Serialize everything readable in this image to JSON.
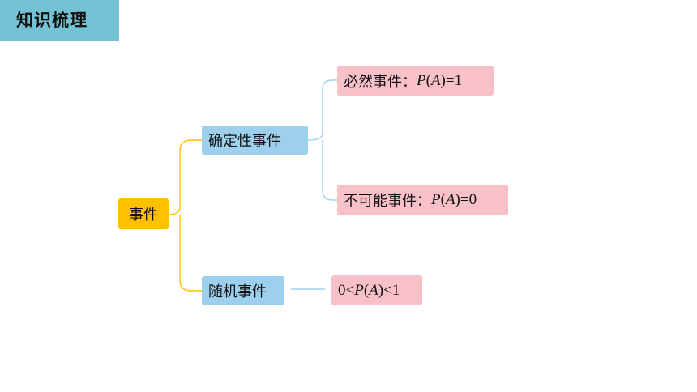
{
  "header": {
    "title": "知识梳理"
  },
  "diagram": {
    "root": {
      "label": "事件"
    },
    "determined": {
      "label": "确定性事件"
    },
    "random": {
      "label": "随机事件"
    },
    "certain": {
      "label": "必然事件：",
      "formula_var": "P",
      "formula_arg": "A",
      "formula_rhs": "=1"
    },
    "impossible": {
      "label": "不可能事件：",
      "formula_var": "P",
      "formula_arg": "A",
      "formula_rhs": "=0"
    },
    "random_range": {
      "lhs": "0<",
      "formula_var": "P",
      "formula_arg": "A",
      "formula_rhs": "<1"
    }
  },
  "colors": {
    "header_bg": "#74c3d5",
    "root_bg": "#ffc000",
    "level1_bg": "#9dd0ec",
    "leaf_bg": "#f8c1c9",
    "root_connector": "#ffc000",
    "level1_connector": "#9dd0ec"
  }
}
